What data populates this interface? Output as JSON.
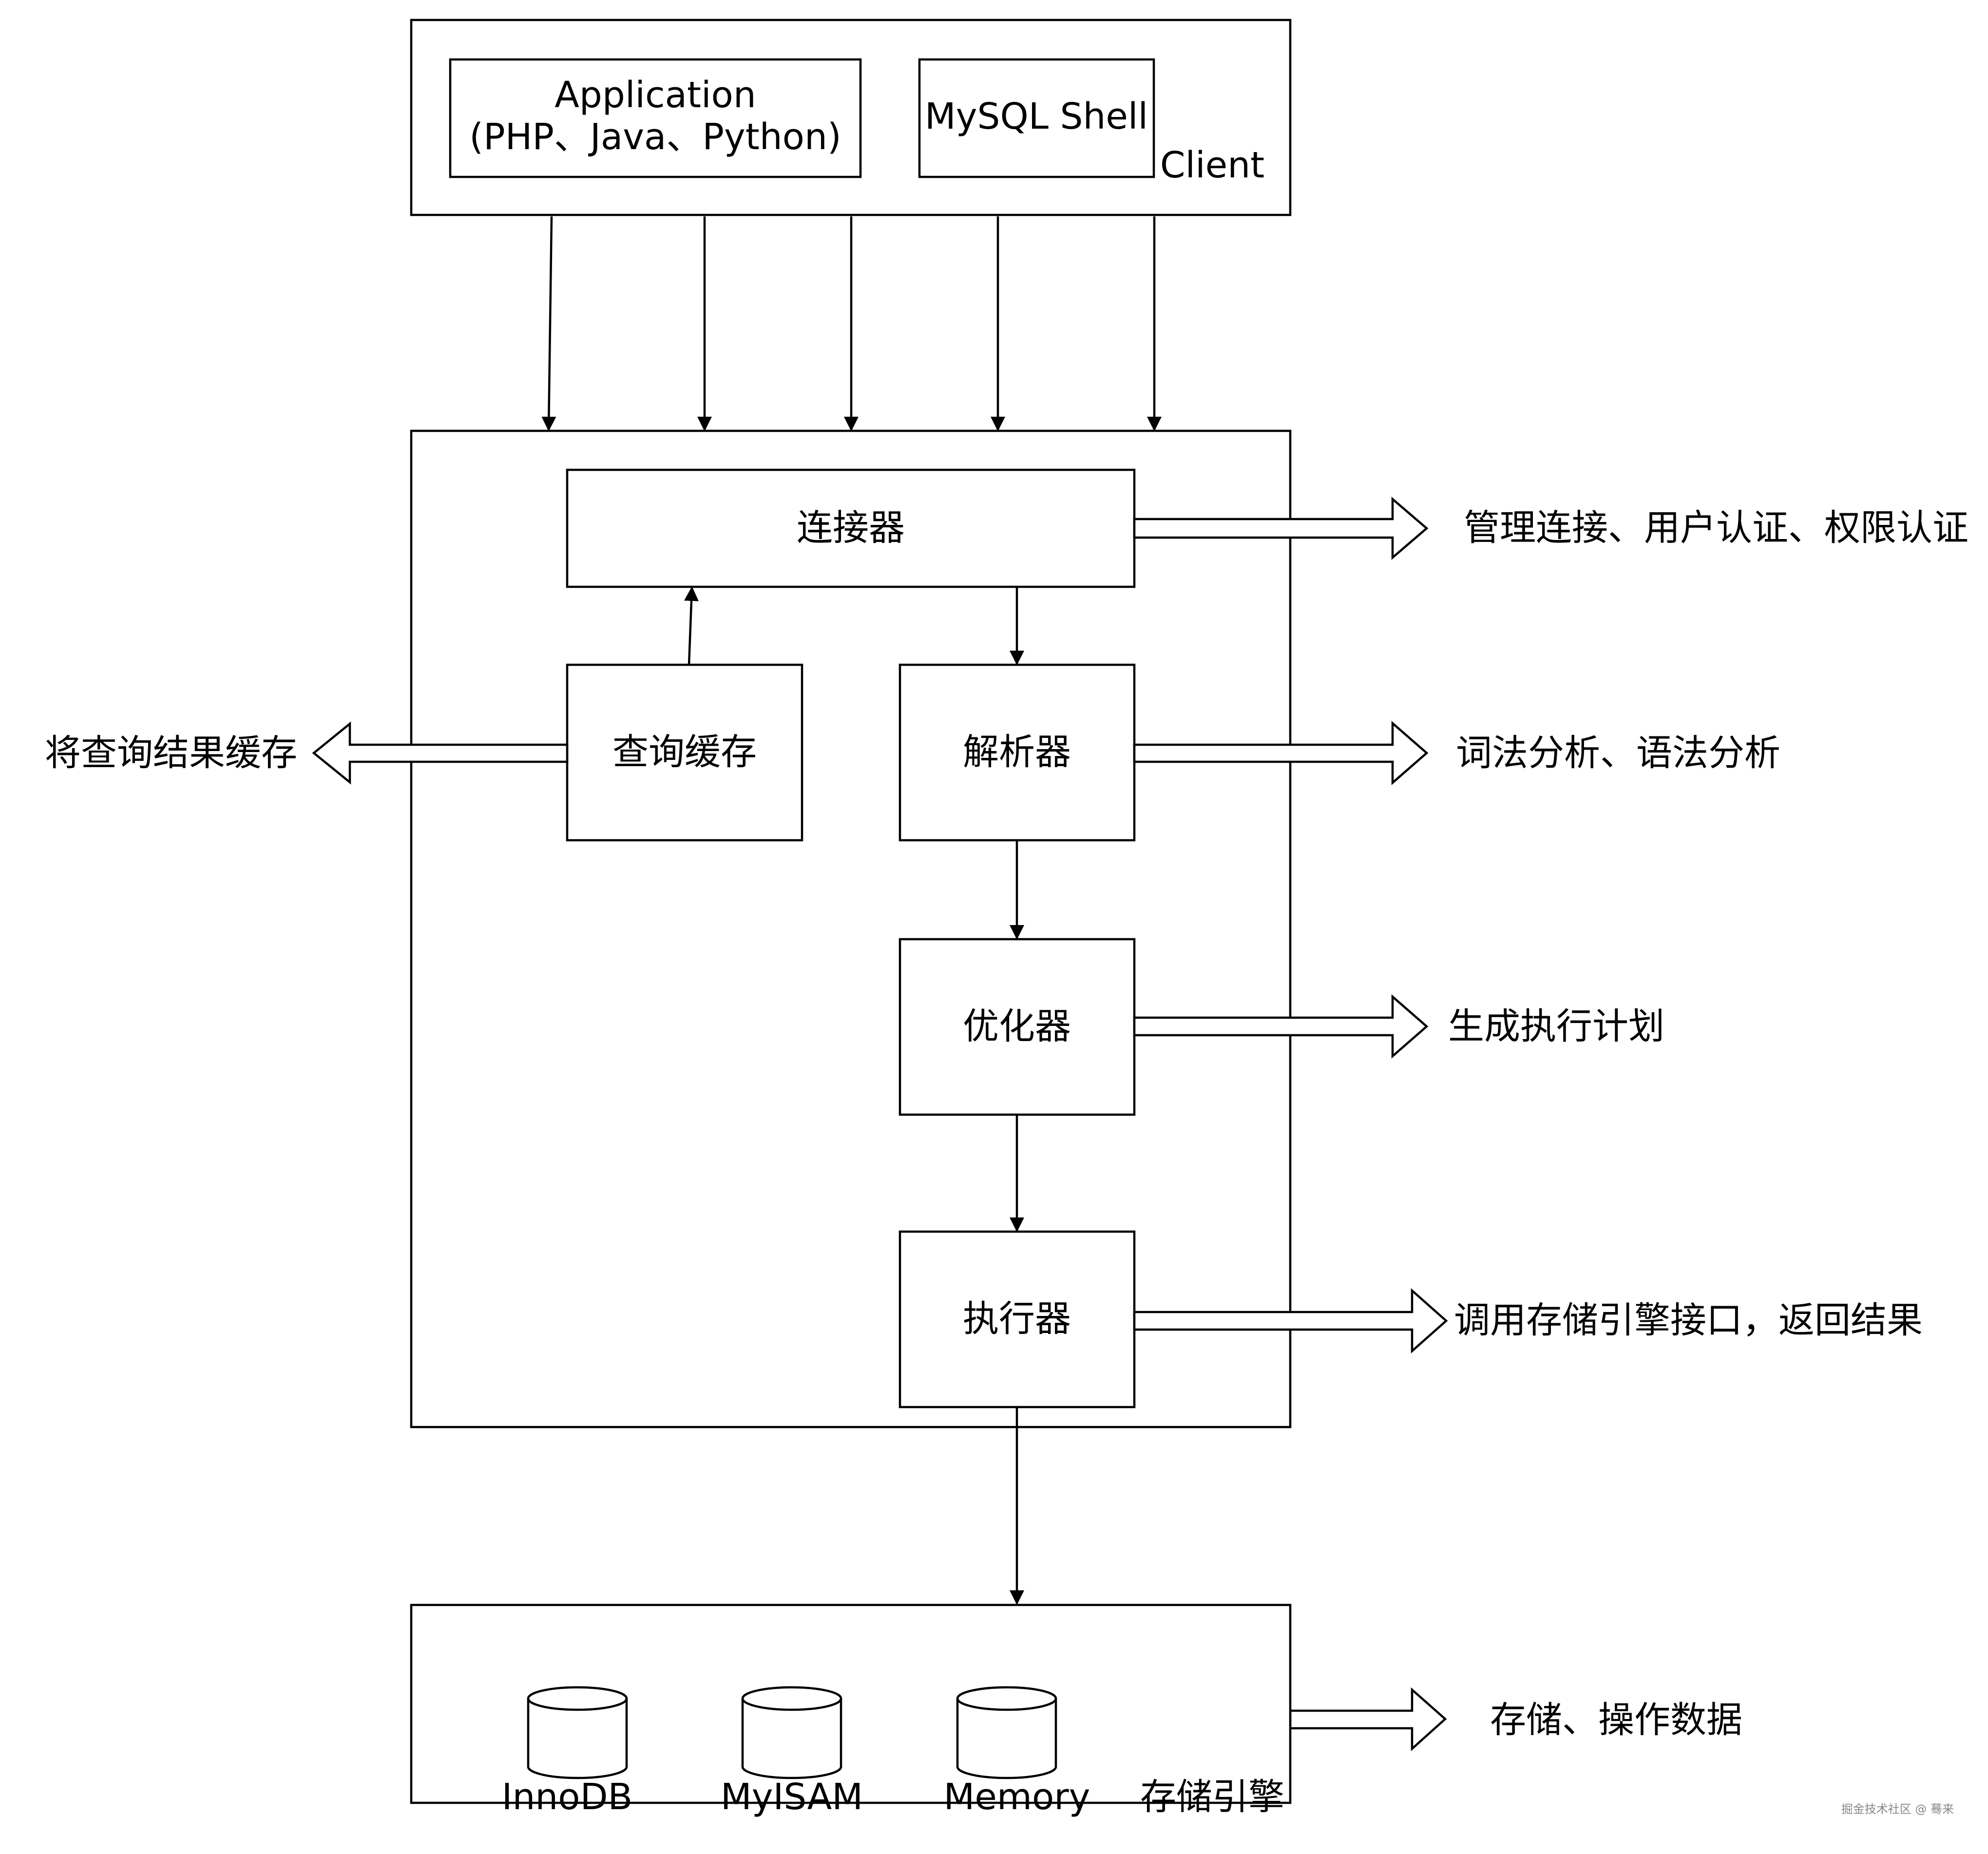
{
  "client": {
    "application_line1": "Application",
    "application_line2": "(PHP、Java、Python)",
    "mysql_shell": "MySQL Shell",
    "label": "Client"
  },
  "server": {
    "connector": "连接器",
    "query_cache": "查询缓存",
    "parser": "解析器",
    "optimizer": "优化器",
    "executor": "执行器"
  },
  "annotations": {
    "connector": "管理连接、用户认证、权限认证",
    "query_cache": "将查询结果缓存",
    "parser": "词法分析、语法分析",
    "optimizer": "生成执行计划",
    "executor": "调用存储引擎接口，返回结果",
    "storage": "存储、操作数据"
  },
  "storage": {
    "label": "存储引擎",
    "engines": [
      "InnoDB",
      "MyISAM",
      "Memory"
    ]
  },
  "watermark": "掘金技术社区 @ 蓦来"
}
